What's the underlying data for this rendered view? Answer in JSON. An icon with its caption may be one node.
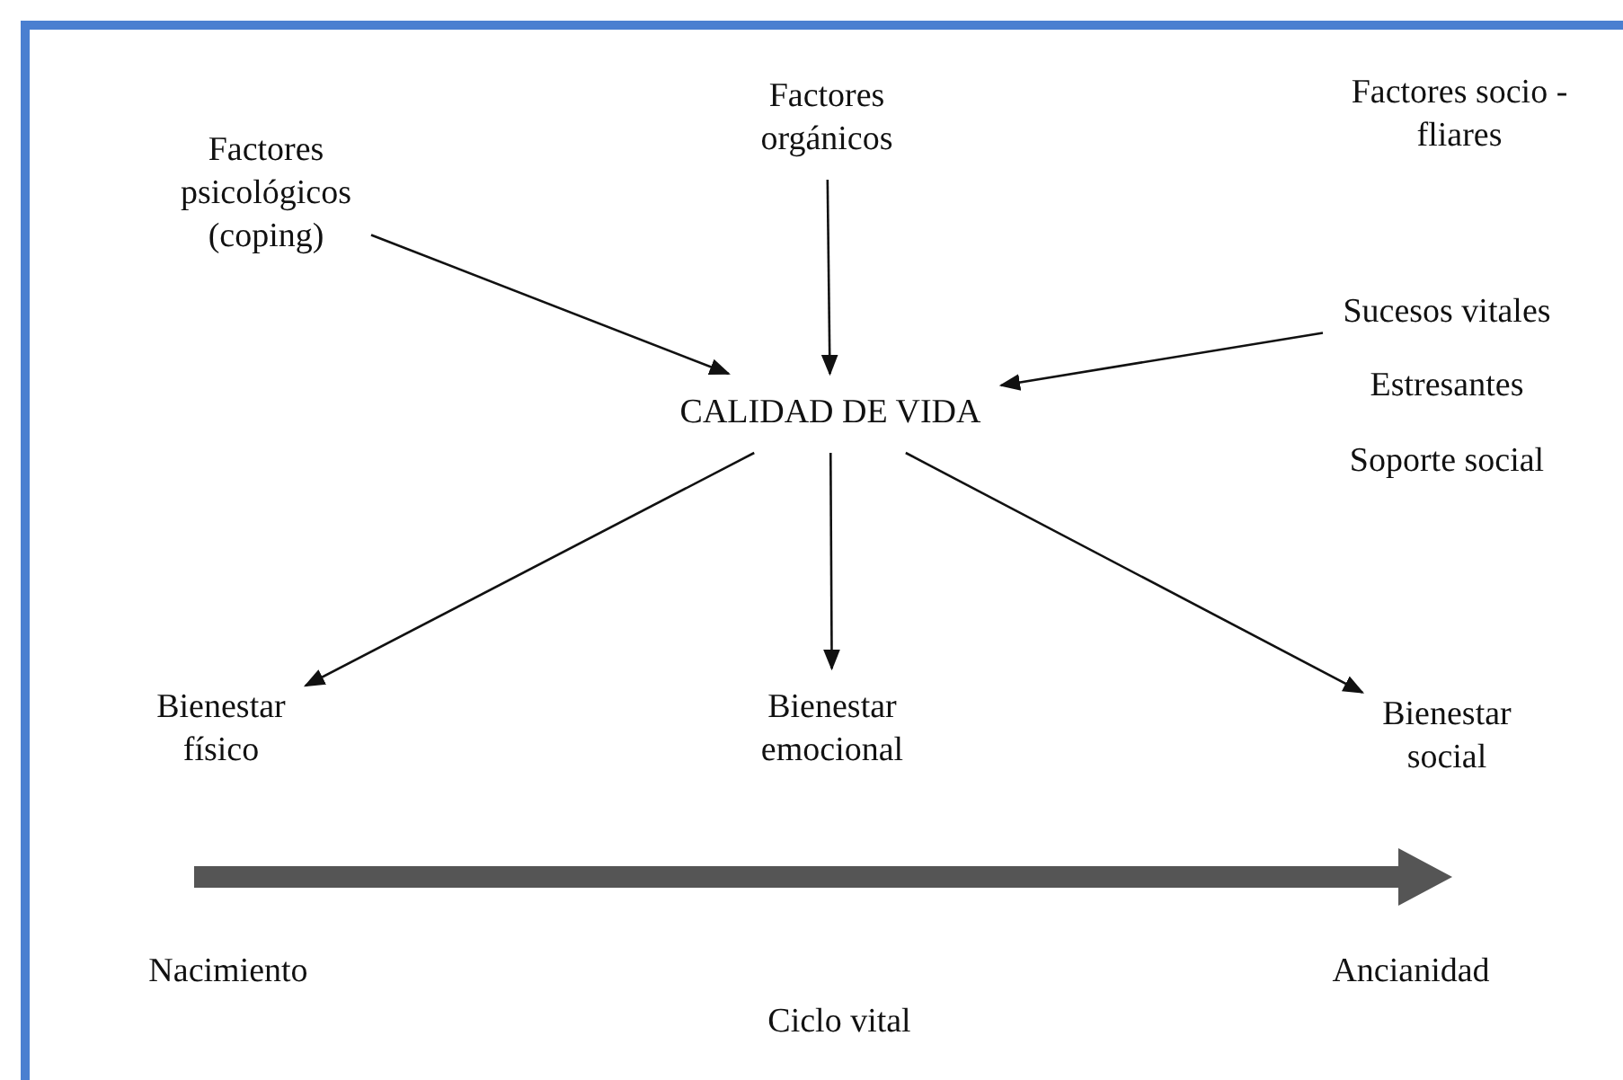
{
  "diagram": {
    "nodes": [
      {
        "text": [
          "Factores psicológicos (coping)"
        ]
      },
      {
        "text": [
          "Factores orgánicos"
        ]
      },
      {
        "text": [
          "Factores socio - fliares"
        ]
      },
      {
        "text": [
          "Sucesos vitales"
        ]
      },
      {
        "text": [
          "Estresantes"
        ]
      },
      {
        "text": [
          "Soporte social"
        ]
      },
      {
        "text": [
          "CALIDAD DE VIDA"
        ]
      },
      {
        "text": [
          "Bienestar físico"
        ]
      },
      {
        "text": [
          "Bienestar emocional"
        ]
      },
      {
        "text": [
          "Bienestar social"
        ]
      },
      {
        "text": [
          "Nacimiento"
        ]
      },
      {
        "text": [
          "Ancianidad"
        ]
      },
      {
        "text": [
          "Ciclo vital"
        ]
      }
    ],
    "edges": [
      {
        "from": 0,
        "to": 6,
        "arrow": "to"
      },
      {
        "from": 1,
        "to": 6,
        "arrow": "to"
      },
      {
        "from": 3,
        "to": 6,
        "arrow": "to"
      },
      {
        "from": 6,
        "to": 7,
        "arrow": "to"
      },
      {
        "from": 6,
        "to": 8,
        "arrow": "to"
      },
      {
        "from": 6,
        "to": 9,
        "arrow": "to"
      }
    ]
  }
}
